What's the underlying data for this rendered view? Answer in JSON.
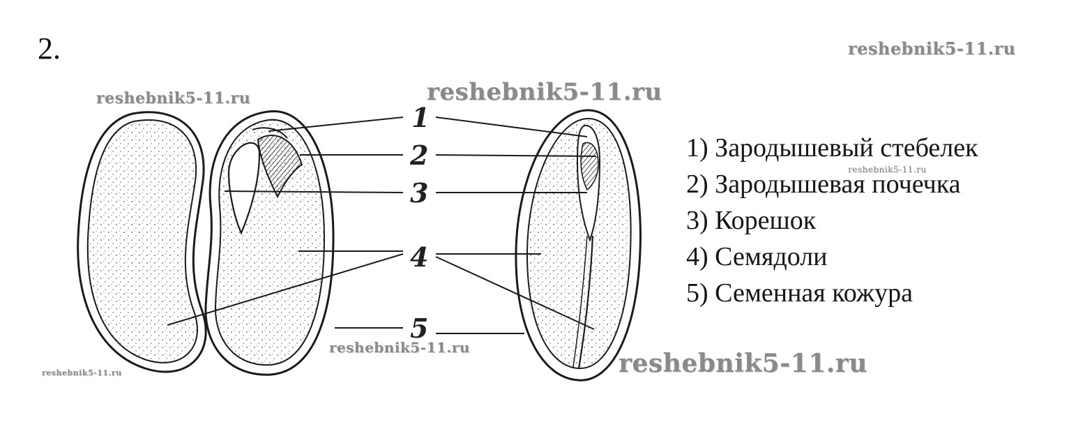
{
  "task_number": "2.",
  "watermarks": {
    "top_right": "reshebnik5-11.ru",
    "upper_left": "reshebnik5-11.ru",
    "top_center": "reshebnik5-11.ru",
    "middle_small": "reshebnik5-11.ru",
    "bottom_center": "reshebnik5-11.ru",
    "bottom_right": "reshebnik5-11.ru",
    "bottom_left": "reshebnik5-11.ru"
  },
  "callouts": [
    "1",
    "2",
    "3",
    "4",
    "5"
  ],
  "legend": [
    "1) Зародышевый стебелек",
    "2) Зародышевая почечка",
    "3) Корешок",
    "4) Семядоли",
    "5) Семенная кожура"
  ],
  "colors": {
    "ink": "#222222",
    "watermark": "#8a8a8a",
    "faint_stain": "#e7c9ea"
  }
}
